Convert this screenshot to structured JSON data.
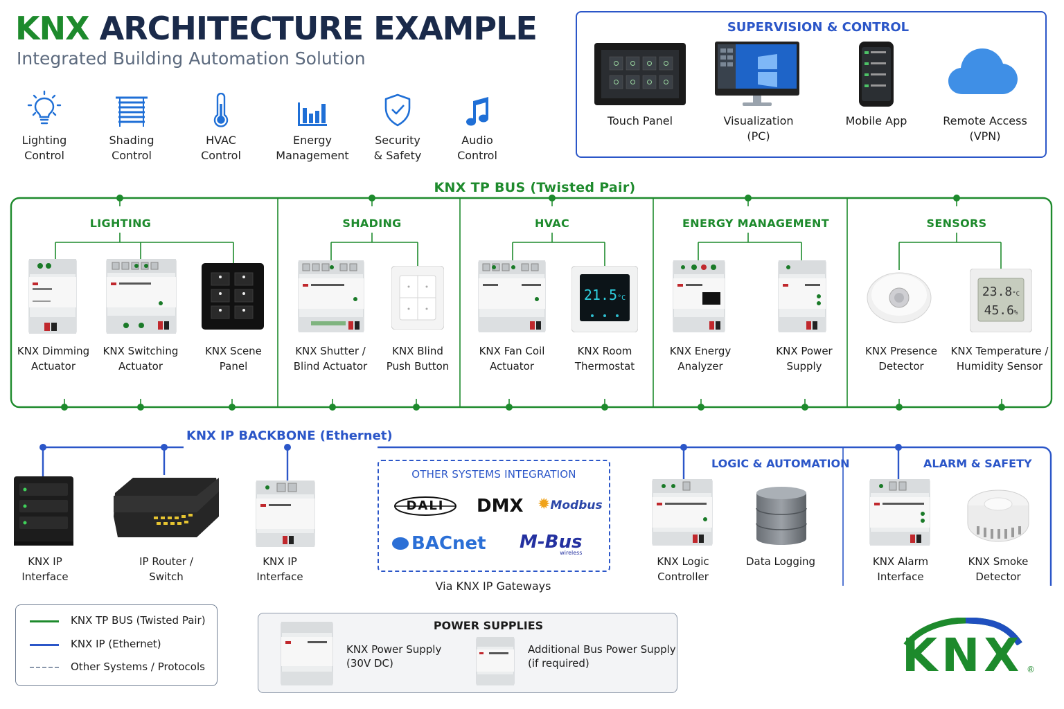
{
  "header": {
    "title_a": "KNX",
    "title_b": " ARCHITECTURE EXAMPLE",
    "subtitle": "Integrated Building Automation Solution"
  },
  "features": [
    {
      "icon": "lightbulb-icon",
      "l1": "Lighting",
      "l2": "Control"
    },
    {
      "icon": "shading-icon",
      "l1": "Shading",
      "l2": "Control"
    },
    {
      "icon": "thermometer-icon",
      "l1": "HVAC",
      "l2": "Control"
    },
    {
      "icon": "bar-chart-icon",
      "l1": "Energy",
      "l2": "Management"
    },
    {
      "icon": "shield-check-icon",
      "l1": "Security",
      "l2": "& Safety"
    },
    {
      "icon": "music-note-icon",
      "l1": "Audio",
      "l2": "Control"
    }
  ],
  "supervision": {
    "title": "SUPERVISION & CONTROL",
    "items": [
      {
        "l1": "Touch Panel",
        "l2": ""
      },
      {
        "l1": "Visualization",
        "l2": "(PC)"
      },
      {
        "l1": "Mobile App",
        "l2": ""
      },
      {
        "l1": "Remote Access",
        "l2": "(VPN)"
      }
    ]
  },
  "tp_bus": {
    "title": "KNX TP BUS (Twisted Pair)",
    "sections": [
      {
        "title": "LIGHTING",
        "devices": [
          {
            "l1": "KNX Dimming",
            "l2": "Actuator"
          },
          {
            "l1": "KNX Switching",
            "l2": "Actuator"
          },
          {
            "l1": "KNX Scene",
            "l2": "Panel"
          }
        ]
      },
      {
        "title": "SHADING",
        "devices": [
          {
            "l1": "KNX Shutter /",
            "l2": "Blind Actuator"
          },
          {
            "l1": "KNX Blind",
            "l2": "Push Button"
          }
        ]
      },
      {
        "title": "HVAC",
        "devices": [
          {
            "l1": "KNX Fan Coil",
            "l2": "Actuator"
          },
          {
            "l1": "KNX Room",
            "l2": "Thermostat"
          }
        ]
      },
      {
        "title": "ENERGY MANAGEMENT",
        "devices": [
          {
            "l1": "KNX Energy",
            "l2": "Analyzer"
          },
          {
            "l1": "KNX Power",
            "l2": "Supply"
          }
        ]
      },
      {
        "title": "SENSORS",
        "devices": [
          {
            "l1": "KNX Presence",
            "l2": "Detector"
          },
          {
            "l1": "KNX Temperature /",
            "l2": "Humidity Sensor"
          }
        ]
      }
    ],
    "thermostat_value": "21.5",
    "thermostat_unit": "°C",
    "sensor_temp": "23.8",
    "sensor_hum": "45.6",
    "sensor_temp_unit": "°C",
    "sensor_hum_unit": "%"
  },
  "ip_backbone": {
    "title": "KNX IP BACKBONE (Ethernet)",
    "devices": [
      {
        "l1": "KNX IP",
        "l2": "Interface"
      },
      {
        "l1": "IP Router /",
        "l2": "Switch"
      },
      {
        "l1": "KNX IP",
        "l2": "Interface"
      }
    ],
    "other_systems": {
      "title": "OTHER SYSTEMS INTEGRATION",
      "logos": {
        "dali": "DALI",
        "dmx": "DMX",
        "modbus": "Modbus",
        "bacnet": "BACnet",
        "mbus": "M-Bus"
      },
      "mbus_sub": "wireless",
      "note": "Via KNX IP Gateways"
    },
    "logic": {
      "title": "LOGIC & AUTOMATION",
      "devices": [
        {
          "l1": "KNX Logic",
          "l2": "Controller"
        },
        {
          "l1": "Data Logging",
          "l2": ""
        }
      ]
    },
    "alarm": {
      "title": "ALARM & SAFETY",
      "devices": [
        {
          "l1": "KNX Alarm",
          "l2": "Interface"
        },
        {
          "l1": "KNX Smoke",
          "l2": "Detector"
        }
      ]
    }
  },
  "legend": {
    "items": [
      {
        "label": "KNX TP BUS (Twisted Pair)",
        "style": "solid",
        "color": "#1d8a2c"
      },
      {
        "label": "KNX IP (Ethernet)",
        "style": "solid",
        "color": "#2b56c8"
      },
      {
        "label": "Other Systems / Protocols",
        "style": "dashed",
        "color": "#8a97ab"
      }
    ]
  },
  "power_supplies": {
    "title": "POWER SUPPLIES",
    "items": [
      {
        "l1": "KNX Power Supply",
        "l2": "(30V DC)"
      },
      {
        "l1": "Additional Bus Power Supply",
        "l2": "(if required)"
      }
    ]
  },
  "logo": {
    "text": "KNX",
    "mark": "®"
  },
  "colors": {
    "green": "#1d8a2c",
    "blue": "#2b56c8",
    "navy": "#1a2a4a"
  }
}
